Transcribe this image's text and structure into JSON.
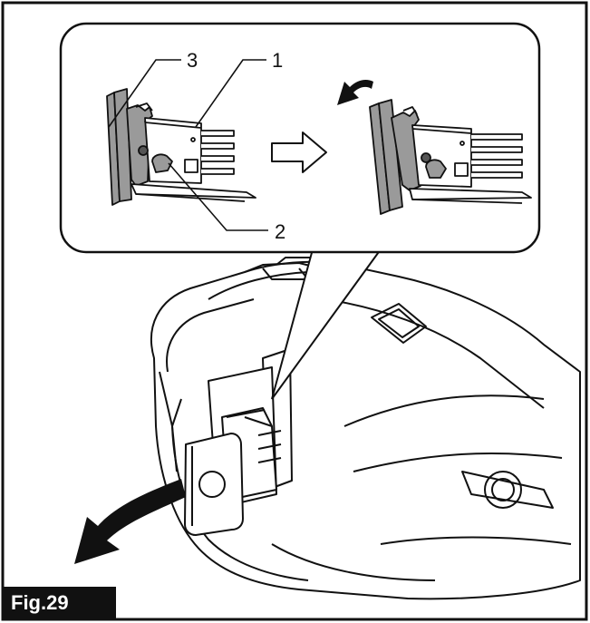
{
  "figure": {
    "label": "Fig.29",
    "callouts": [
      "1",
      "2",
      "3"
    ]
  },
  "colors": {
    "ink": "#111111",
    "paper": "#ffffff",
    "gray_fill": "#9a9a9a",
    "label_bg": "#111111"
  }
}
